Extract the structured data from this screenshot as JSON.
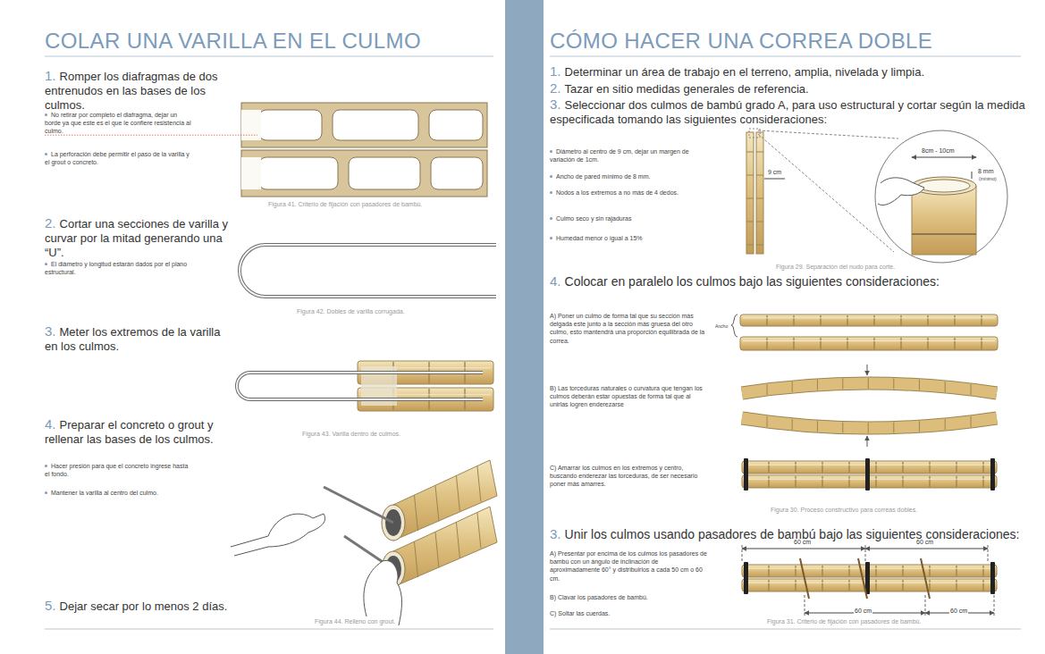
{
  "diagram": {
    "nodes": [
      {
        "text": [
          "COLAR UNA VARILLA EN EL CULMO"
        ]
      },
      {
        "text": [
          "CÓMO HACER UNA CORREA DOBLE"
        ]
      }
    ],
    "edges": [],
    "labels": [
      "1.",
      "Romper los diafragmas de dos entrenudos en las bases de los culmos.",
      "No retirar por completo el diafragma, dejar un borde ya que este es el que le confiere resistencia al culmo.",
      "La perforación debe permitir el paso de la varilla y el grout o concreto.",
      "Figura 41. Criterio de fijación con pasadores de bambú.",
      "2.",
      "Cortar una secciones de varilla y curvar por la mitad generando una “U”.",
      "El diámetro y longitud estarán dados por el plano estructural.",
      "Figura 42. Dobles de varilla corrugada.",
      "3.",
      "Meter los extremos de la varilla en los culmos.",
      "Figura 43. Varilla dentro de culmos.",
      "4.",
      "Preparar el concreto o grout y rellenar las bases de los culmos.",
      "Hacer presión para que el concreto ingrese hasta el fondo.",
      "Mantener la varilla al centro del culmo.",
      "5.",
      "Dejar secar por lo menos 2 días.",
      "Figura 44. Relleno con grout.",
      "1.",
      "Determinar un área de trabajo en el terreno, amplia, nivelada y limpia.",
      "2.",
      "Tazar en sitio medidas generales de referencia.",
      "3.",
      "Seleccionar dos culmos de bambú grado A, para uso estructural y cortar según la medida especificada tomando las siguientes consideraciones:",
      "Diámetro al centro de 9 cm, dejar un margen de variación de 1cm.",
      "Ancho de pared mínimo de 8 mm.",
      "Nodos a los extremos a no más de 4 dedos.",
      "Culmo seco y sin rajaduras",
      "Humedad menor o igual a 15%",
      "9 cm",
      "8cm - 10cm",
      "8 mm",
      "(mínimo)",
      "Figura 29. Separación del nudo para corte.",
      "4.",
      "Colocar en paralelo los culmos bajo las siguientes consideraciones:",
      "A) Poner un culmo de forma tal que su sección más delgada este junto a la sección más gruesa del otro culmo, esto mantendrá una proporción equilibrada de la correa.",
      "Ancho",
      "B) Las torceduras naturales o curvatura que tengan los culmos deberán estar opuestas de forma tal que al unirlas logren enderezarse",
      "C) Amarrar los culmos en los extremos y centro, buscando enderezar las torceduras, de ser necesario poner más amarres.",
      "Figura 30. Proceso constructivo para correas dobles.",
      "3.",
      "Unir los culmos usando pasadores de bambú bajo las siguientes consideraciones:",
      "A) Presentar por encima de los culmos los pasadores de bambú con un ángulo de inclinación de aproximadamente 60° y distribuirlos a cada 50 cm o 60 cm.",
      "B) Clavar los pasadores de bambú.",
      "C) Soltar las cuerdas.",
      "60 cm",
      "60 cm",
      "60 cm",
      "60 cm",
      "Figura 31. Criterio de fijación con pasadores de bambú."
    ]
  }
}
